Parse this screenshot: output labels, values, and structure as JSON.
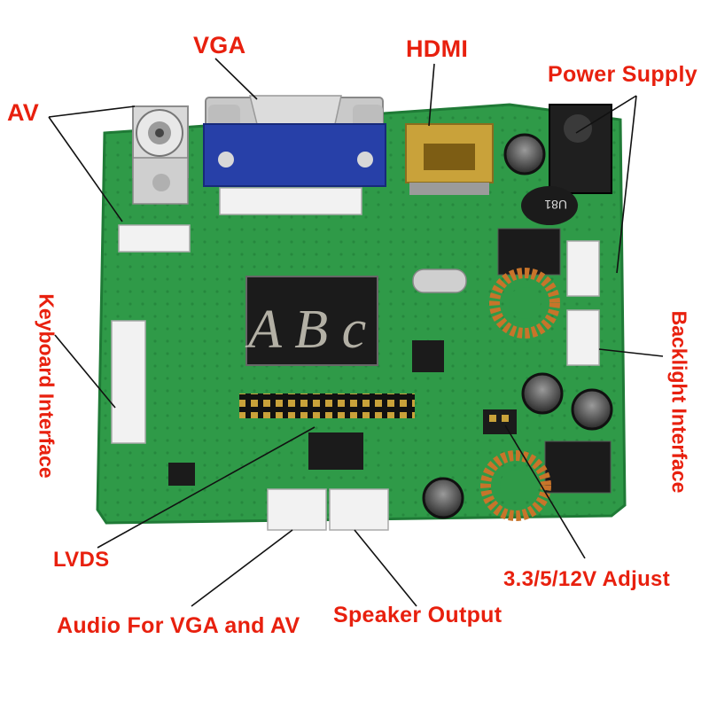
{
  "labels": {
    "av": "AV",
    "vga": "VGA",
    "hdmi": "HDMI",
    "power_supply": "Power Supply",
    "keyboard_interface": "Keyboard Interface",
    "backlight_interface": "Backlight  Interface",
    "lvds": "LVDS",
    "adjust": "3.3/5/12V Adjust",
    "audio": "Audio For VGA and AV",
    "speaker": "Speaker Output"
  },
  "board_marks": {
    "watermark": "A B c",
    "inductor_text": "U81"
  },
  "colors": {
    "label": "#e8200e",
    "pcb": "#2f9a48",
    "pcb_dark": "#1f7a36",
    "vga_blue": "#2740a8",
    "hdmi_gold": "#c9a23a",
    "copper": "#c8742a",
    "ic_black": "#1b1b1b"
  }
}
